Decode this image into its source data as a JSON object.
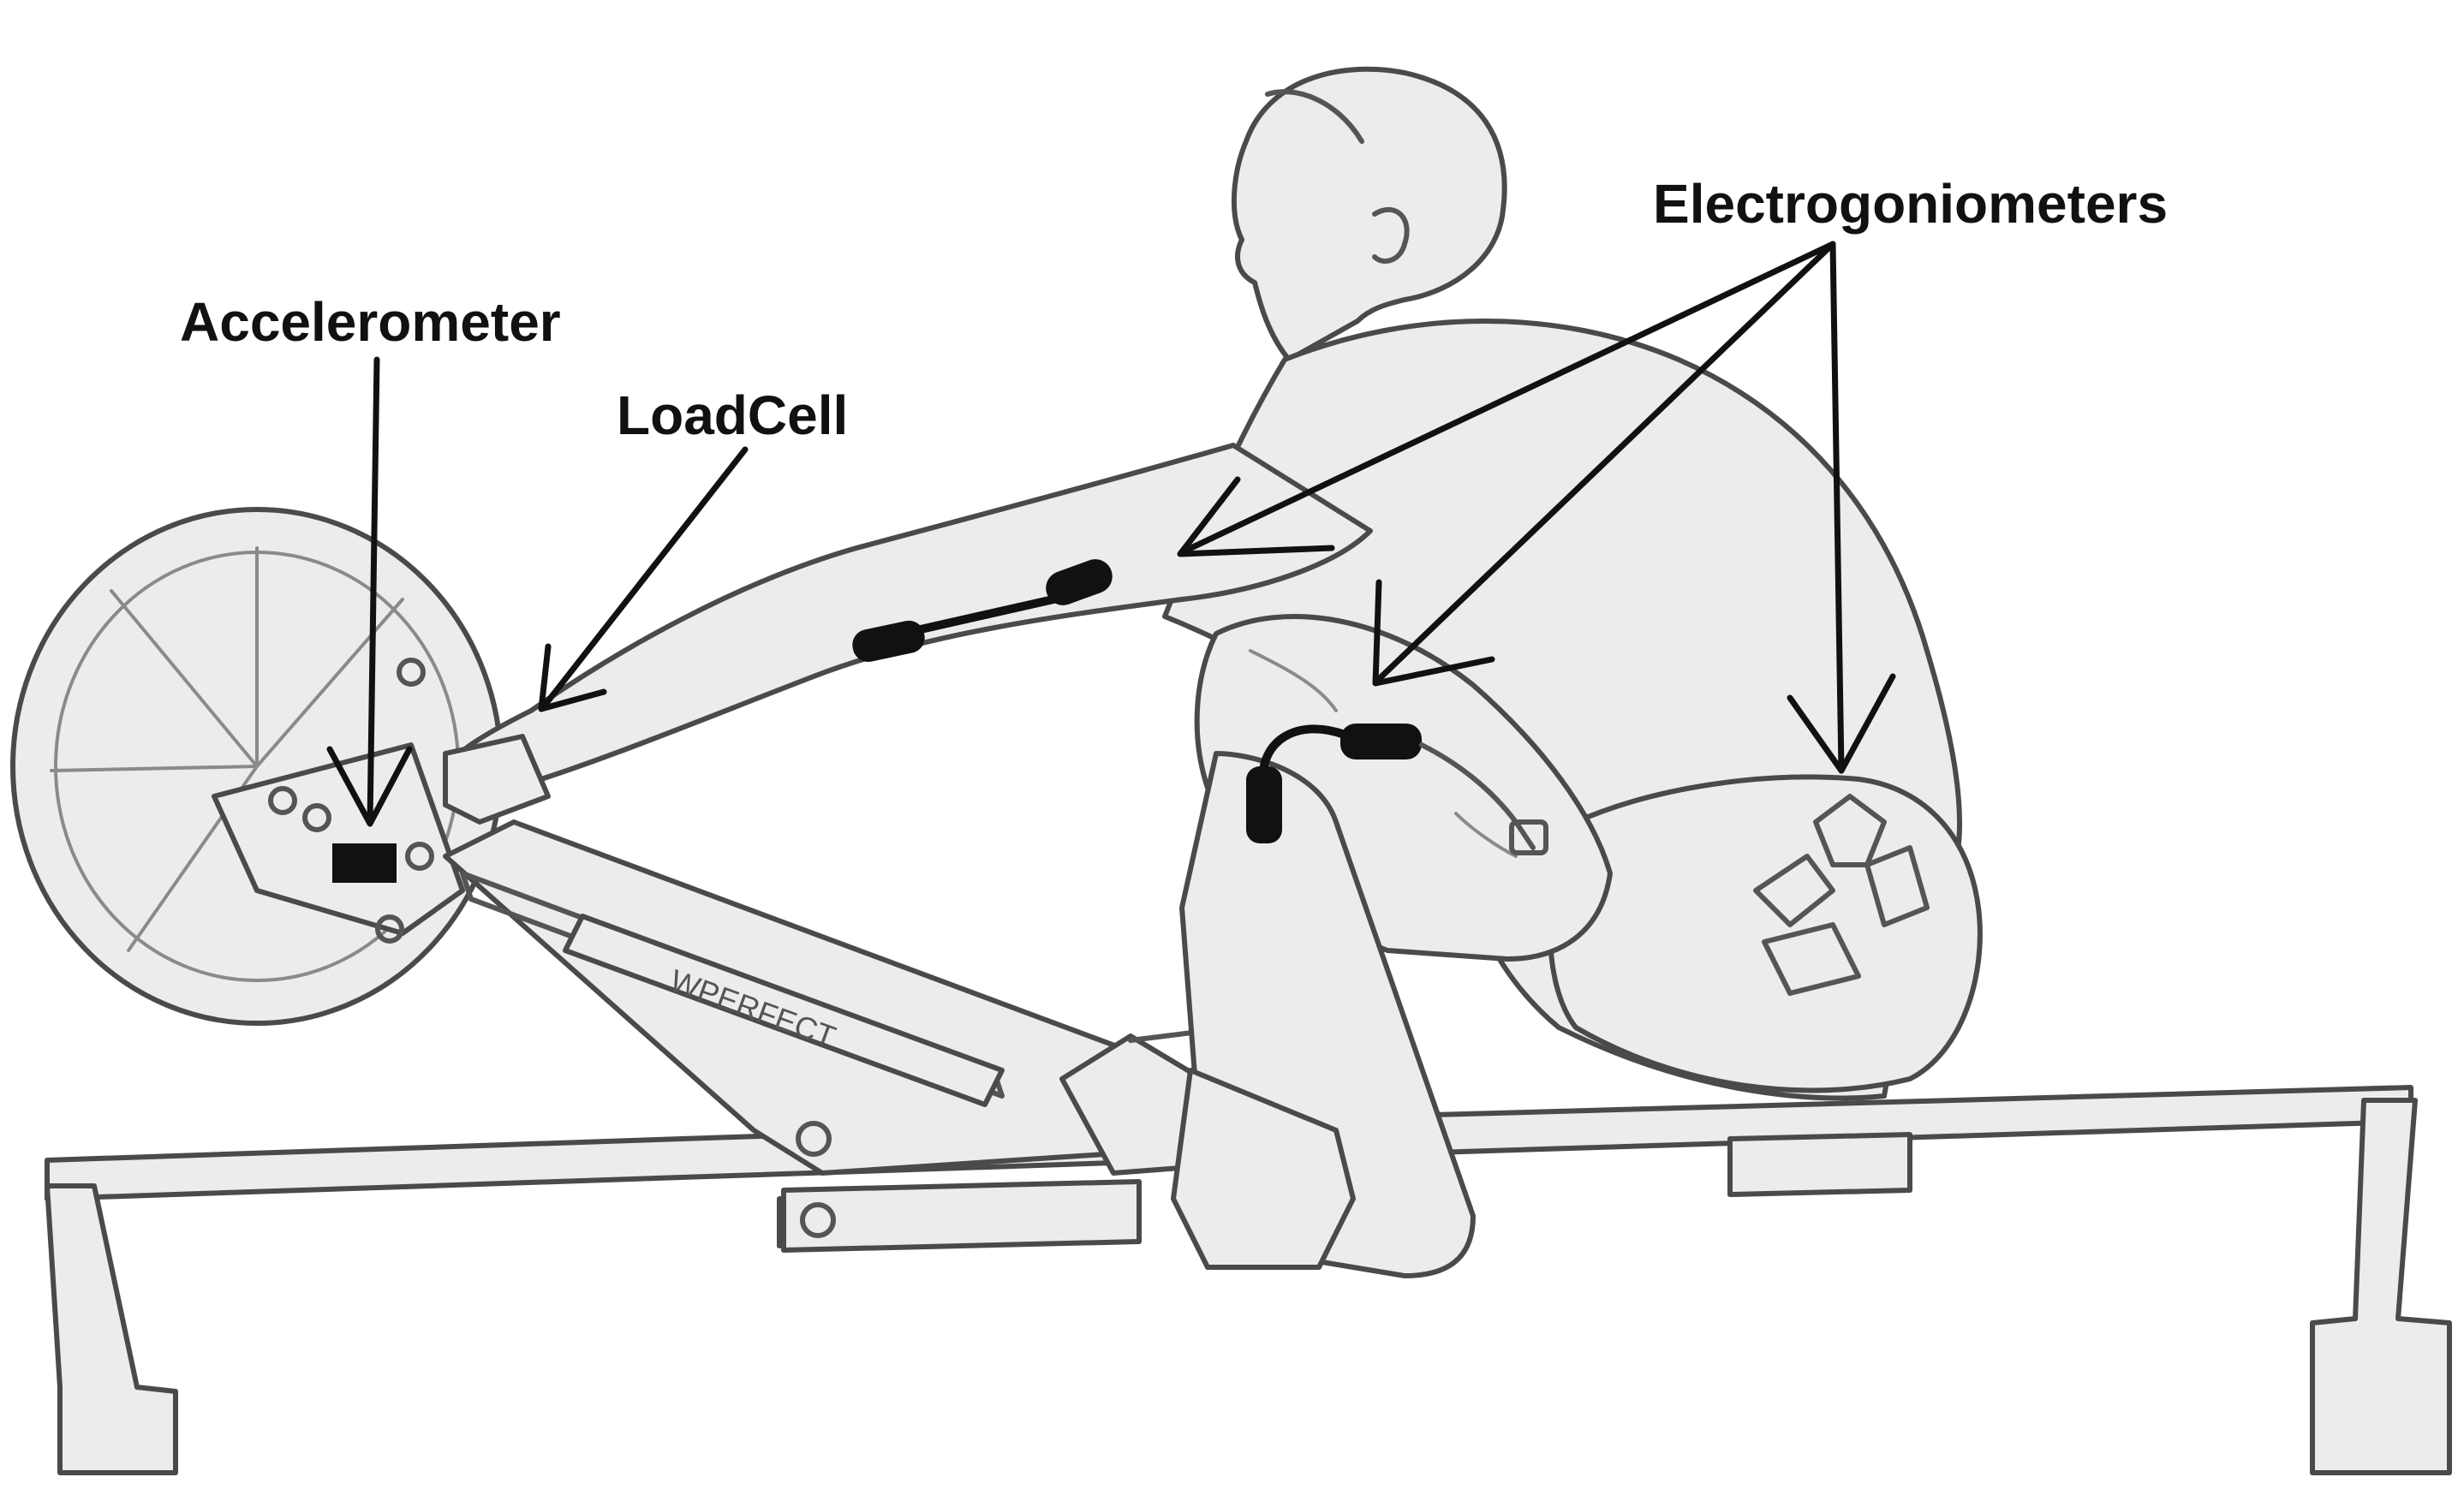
{
  "labels": {
    "accelerometer": "Accelerometer",
    "loadcell": "LoadCell",
    "electrogoniometers": "Electrogoniometers",
    "brand": "WPERFECT"
  },
  "colors": {
    "ink": "#111111",
    "sketch": "#555555",
    "background": "#ffffff"
  }
}
